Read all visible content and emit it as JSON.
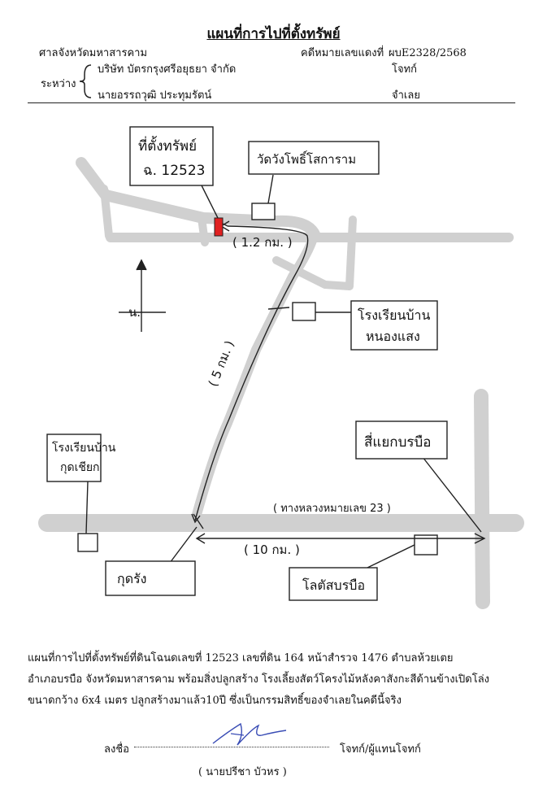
{
  "header": {
    "title": "แผนที่การไปที่ตั้งทรัพย์",
    "court": "ศาลจังหวัดมหาสารคาม",
    "case_label": "คดีหมายเลขแดงที่",
    "case_number": "ผบE2328/2568",
    "between_label": "ระหว่าง",
    "plaintiff": "บริษัท บัตรกรุงศรีอยุธยา จำกัด",
    "plaintiff_role": "โจทก์",
    "defendant": "นายอรรถวุฒิ ประทุมรัตน์",
    "defendant_role": "จำเลย"
  },
  "map": {
    "property_label_line1": "ที่ตั้งทรัพย์",
    "property_label_line2": "ฉ. 12523",
    "temple": "วัดวังโพธิ์โสการาม",
    "dist_property": "( 1.2 กม. )",
    "school_north_line1": "โรงเรียนบ้าน",
    "school_north_line2": "หนองแสง",
    "dist_road": "( 5 กม. )",
    "north_marker": "น.",
    "school_west_line1": "โรงเรียนบ้าน",
    "school_west_line2": "กุดเชียก",
    "junction": "สี่แยกบรบือ",
    "highway": "( ทางหลวงหมายเลข 23 )",
    "dist_junction": "( 10 กม. )",
    "kud_rang": "กุดรัง",
    "borabue_hospital": "โลตัสบรบือ",
    "highlight_color": "#e02020"
  },
  "description": {
    "line1": "แผนที่การไปที่ตั้งทรัพย์ที่ดินโฉนดเลขที่ 12523 เลขที่ดิน 164 หน้าสำรวจ 1476 ตำบลห้วยเตย",
    "line2": "อำเภอบรบือ จังหวัดมหาสารคาม พร้อมสิ่งปลูกสร้าง โรงเลี้ยงสัตว์โครงไม้หลังคาสังกะสีด้านข้างเปิดโล่ง",
    "line3": "ขนาดกว้าง 6x4 เมตร ปลูกสร้างมาแล้ว10ปี ซึ่งเป็นกรรมสิทธิ์ของจำเลยในคดีนี้จริง"
  },
  "signature": {
    "sign_label": "ลงชื่อ",
    "role": "โจทก์/ผู้แทนโจทก์",
    "name": "( นายปรีชา   บัวหร )"
  }
}
